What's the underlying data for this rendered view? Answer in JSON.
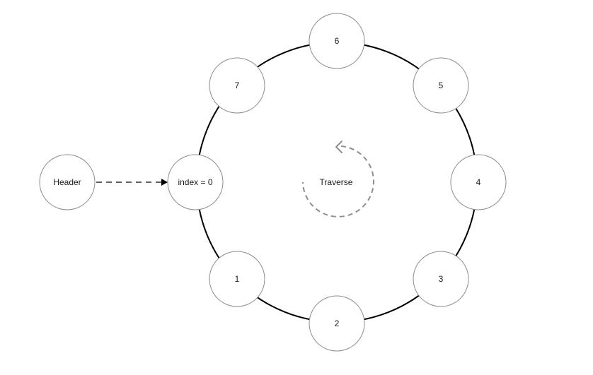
{
  "header_node": {
    "label": "Header"
  },
  "index_node": {
    "label": "index = 0"
  },
  "ring_nodes": [
    {
      "label": "1"
    },
    {
      "label": "2"
    },
    {
      "label": "3"
    },
    {
      "label": "4"
    },
    {
      "label": "5"
    },
    {
      "label": "6"
    },
    {
      "label": "7"
    }
  ],
  "traverse": {
    "label": "Traverse"
  }
}
